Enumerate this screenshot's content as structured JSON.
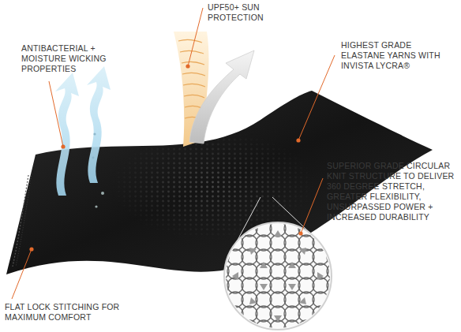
{
  "diagram": {
    "labels": [
      "ANTIBACTERIAL + MOISTURE WICKING PROPERTIES",
      "UPF50+ SUN PROTECTION",
      "HIGHEST GRADE ELASTANE YARNS WITH INVISTA LYCRA®",
      "SUPERIOR GRADE CIRCULAR KNIT STRUCTURE TO DELIVER 360 DEGREE STRETCH, GREATER FLEXIBILITY, UNSURPASSED POWER + INCREASED DURABILITY",
      "FLAT LOCK STITCHING FOR MAXIMUM COMFORT"
    ]
  }
}
